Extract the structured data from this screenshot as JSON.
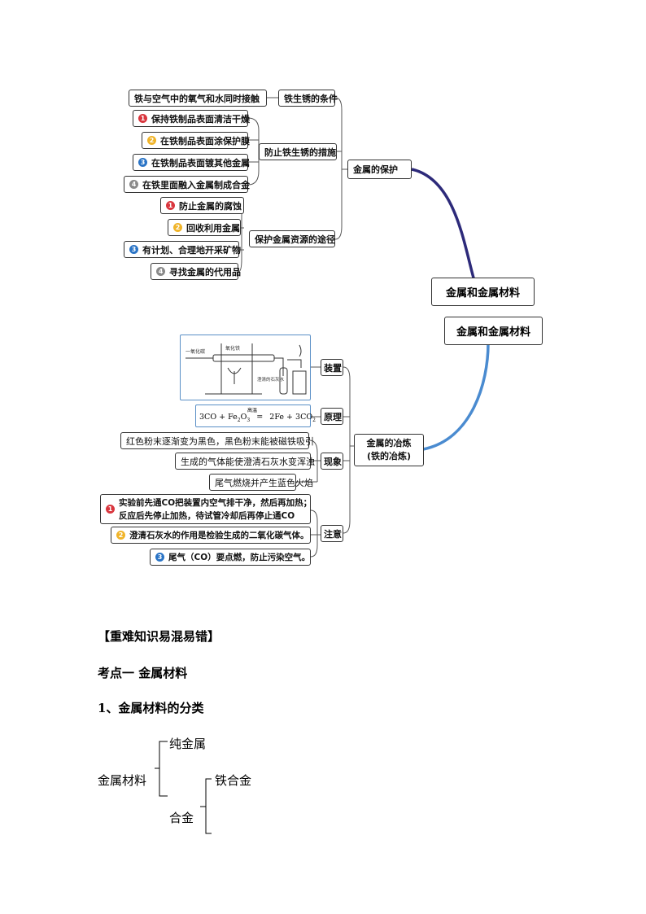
{
  "mindmap": {
    "root_top": "金属和金属材料",
    "root_bottom": "金属和金属材料",
    "protection": {
      "title": "金属的保护",
      "rust_condition": {
        "label": "铁生锈的条件",
        "item": "铁与空气中的氧气和水同时接触"
      },
      "rust_prevention": {
        "label": "防止铁生锈的措施",
        "items": [
          "保持铁制品表面清洁干燥",
          "在铁制品表面涂保护膜",
          "在铁制品表面镀其他金属",
          "在铁里面融入金属制成合金"
        ]
      },
      "resources": {
        "label": "保护金属资源的途径",
        "items": [
          "防止金属的腐蚀",
          "回收利用金属",
          "有计划、合理地开采矿物",
          "寻找金属的代用品"
        ]
      }
    },
    "smelting": {
      "title_line1": "金属的冶炼",
      "title_line2": "(铁的冶炼)",
      "apparatus": {
        "label": "装置",
        "img_labels": {
          "co": "一氧化碳",
          "fe2o3": "氧化铁",
          "limewater": "澄清的石灰水"
        }
      },
      "principle": {
        "label": "原理",
        "cond": "高温",
        "lhs": "3CO + Fe",
        "lhs_sub1": "2",
        "lhs_o": "O",
        "lhs_sub2": "3",
        "eq": "=",
        "rhs": "2Fe + 3CO",
        "rhs_sub": "2"
      },
      "phenomenon": {
        "label": "现象",
        "items": [
          "红色粉末逐渐变为黑色，黑色粉末能被磁铁吸引",
          "生成的气体能使澄清石灰水变浑浊",
          "尾气燃烧并产生蓝色火焰"
        ]
      },
      "notes": {
        "label": "注意",
        "items": [
          "实验前先通CO把装置内空气排干净，然后再加热；",
          "反应后先停止加热，待试管冷却后再停止通CO",
          "澄清石灰水的作用是检验生成的二氧化碳气体。",
          "尾气（CO）要点燃，防止污染空气。"
        ]
      }
    }
  },
  "doc": {
    "section_title": "【重难知识易混易错】",
    "kaodian": "考点一  金属材料",
    "heading1": "1、金属材料的分类",
    "tree": {
      "root": "金属材料",
      "pure": "纯金属",
      "alloy": "合金",
      "iron_alloy": "铁合金"
    }
  },
  "numbers": {
    "n1": "1",
    "n2": "2",
    "n3": "3",
    "n4": "4"
  }
}
